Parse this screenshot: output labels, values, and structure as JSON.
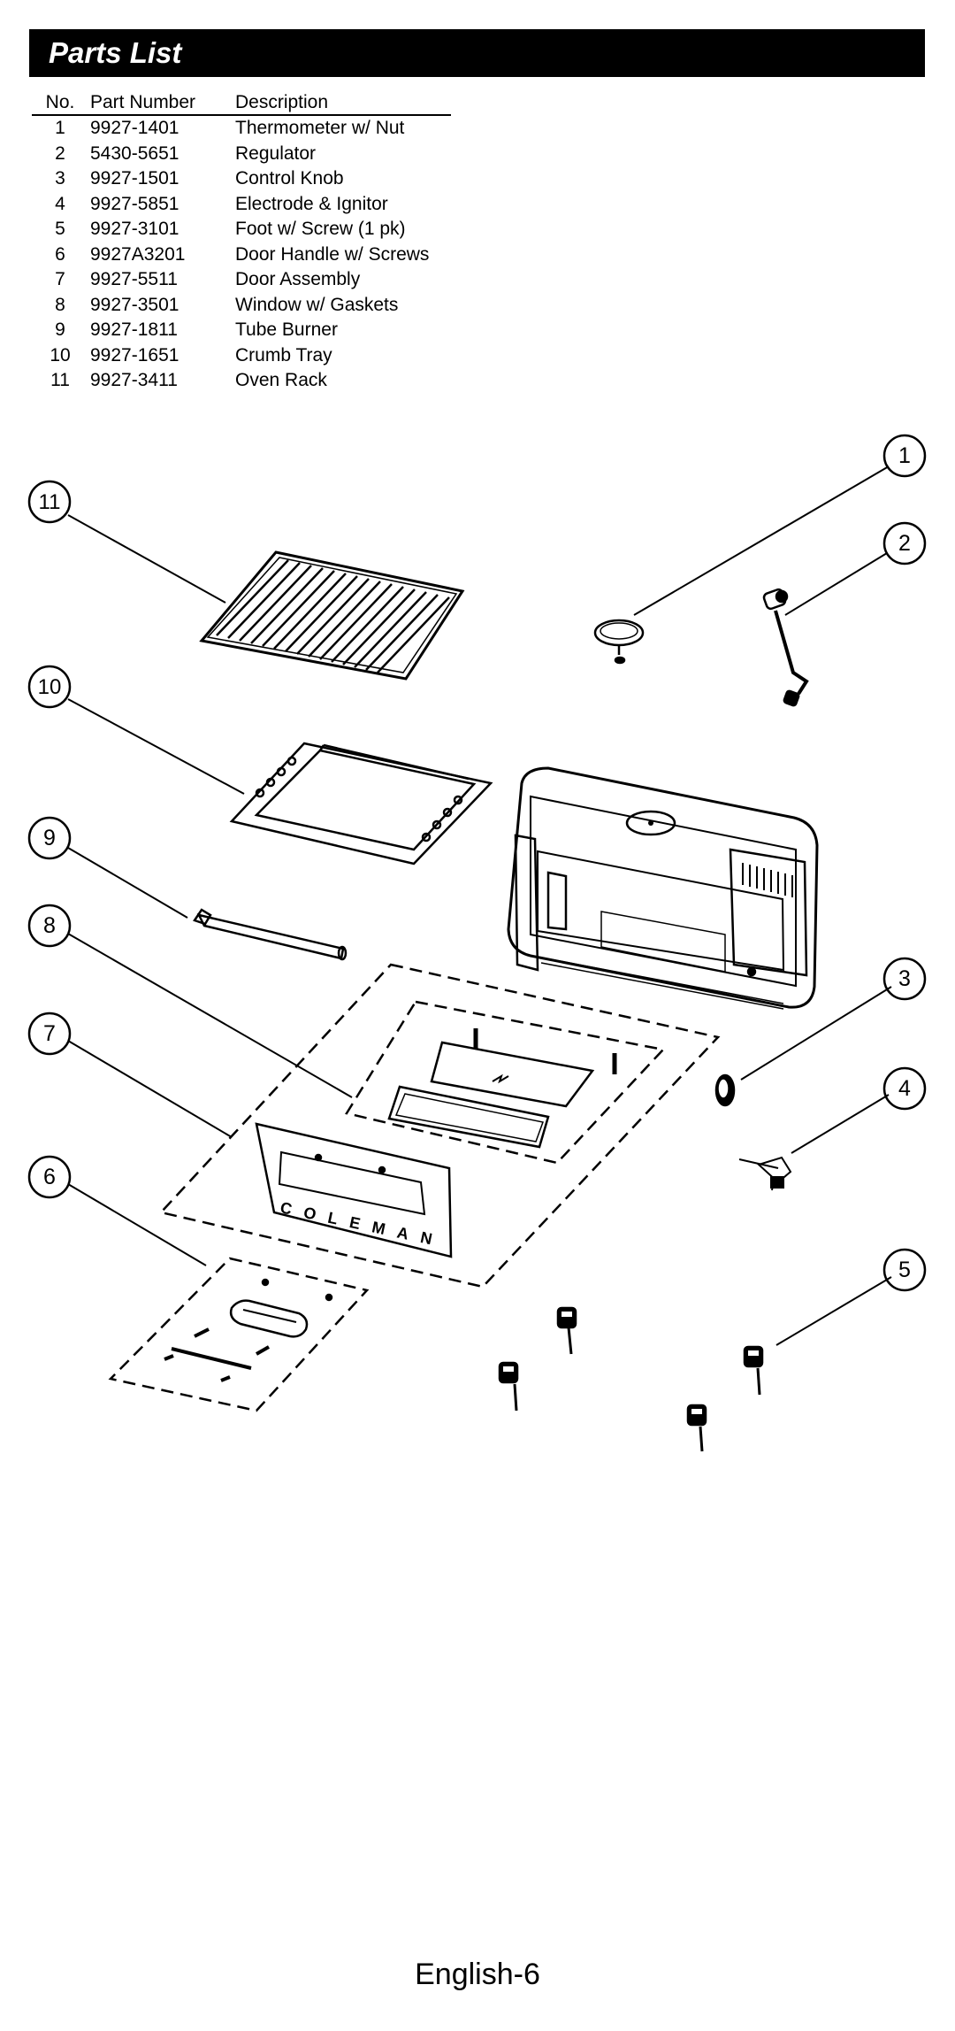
{
  "header": {
    "title": "Parts List"
  },
  "table": {
    "columns": [
      "No.",
      "Part Number",
      "Description"
    ],
    "rows": [
      {
        "no": "1",
        "part": "9927-1401",
        "desc": "Thermometer w/ Nut"
      },
      {
        "no": "2",
        "part": "5430-5651",
        "desc": "Regulator"
      },
      {
        "no": "3",
        "part": "9927-1501",
        "desc": "Control Knob"
      },
      {
        "no": "4",
        "part": "9927-5851",
        "desc": "Electrode & Ignitor"
      },
      {
        "no": "5",
        "part": "9927-3101",
        "desc": "Foot w/ Screw (1 pk)"
      },
      {
        "no": "6",
        "part": "9927A3201",
        "desc": "Door Handle w/ Screws"
      },
      {
        "no": "7",
        "part": "9927-5511",
        "desc": "Door Assembly"
      },
      {
        "no": "8",
        "part": "9927-3501",
        "desc": "Window w/ Gaskets"
      },
      {
        "no": "9",
        "part": "9927-1811",
        "desc": "Tube Burner"
      },
      {
        "no": "10",
        "part": "9927-1651",
        "desc": "Crumb Tray"
      },
      {
        "no": "11",
        "part": "9927-3411",
        "desc": "Oven Rack"
      }
    ]
  },
  "diagram": {
    "callouts": [
      "1",
      "2",
      "3",
      "4",
      "5",
      "6",
      "7",
      "8",
      "9",
      "10",
      "11"
    ],
    "brand_text": "COLEMAN"
  },
  "footer": {
    "page_label": "English-6"
  }
}
